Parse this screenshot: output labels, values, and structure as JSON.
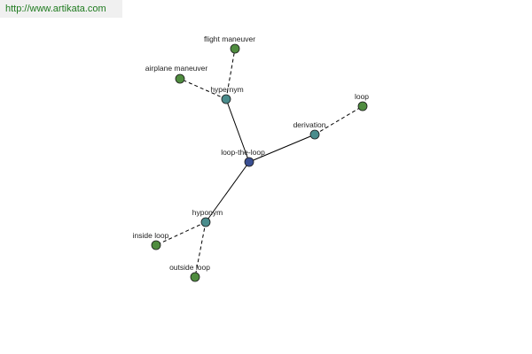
{
  "watermark": {
    "text": "http://www.artikata.com"
  },
  "colors": {
    "center": "#3a4f92",
    "relation": "#4a8c8c",
    "leaf": "#4f8c3f",
    "edge": "#000000"
  },
  "graph": {
    "nodes": [
      {
        "id": "loop-the-loop",
        "label": "loop-the-loop",
        "kind": "center"
      },
      {
        "id": "hypernym",
        "label": "hypernym",
        "kind": "relation"
      },
      {
        "id": "derivation",
        "label": "derivation",
        "kind": "relation"
      },
      {
        "id": "hyponym",
        "label": "hyponym",
        "kind": "relation"
      },
      {
        "id": "flight-maneuver",
        "label": "flight maneuver",
        "kind": "leaf"
      },
      {
        "id": "airplane-maneuver",
        "label": "airplane maneuver",
        "kind": "leaf"
      },
      {
        "id": "loop",
        "label": "loop",
        "kind": "leaf"
      },
      {
        "id": "inside-loop",
        "label": "inside loop",
        "kind": "leaf"
      },
      {
        "id": "outside-loop",
        "label": "outside loop",
        "kind": "leaf"
      }
    ],
    "edges": [
      {
        "from": "loop-the-loop",
        "to": "hypernym",
        "style": "solid"
      },
      {
        "from": "loop-the-loop",
        "to": "derivation",
        "style": "solid"
      },
      {
        "from": "loop-the-loop",
        "to": "hyponym",
        "style": "solid"
      },
      {
        "from": "hypernym",
        "to": "flight-maneuver",
        "style": "dashed"
      },
      {
        "from": "hypernym",
        "to": "airplane-maneuver",
        "style": "dashed"
      },
      {
        "from": "derivation",
        "to": "loop",
        "style": "dashed"
      },
      {
        "from": "hyponym",
        "to": "inside-loop",
        "style": "dashed"
      },
      {
        "from": "hyponym",
        "to": "outside-loop",
        "style": "dashed"
      }
    ]
  }
}
